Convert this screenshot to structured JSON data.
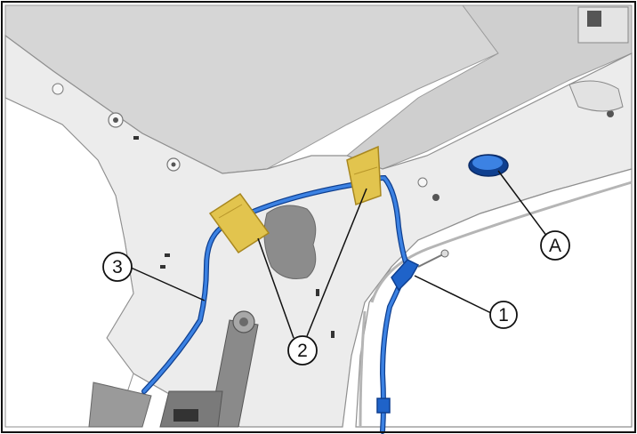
{
  "callouts": {
    "c1": "1",
    "c2": "2",
    "c3": "3",
    "cA": "A"
  },
  "colors": {
    "harness": "#1f63c9",
    "harness_dark": "#0f3f8f",
    "tape": "#e0c24a",
    "tape_dark": "#b8962a",
    "body": "#e8e8e8",
    "roof": "#d5d5d5",
    "shadow": "#8a8a8a",
    "outline": "#111111"
  }
}
